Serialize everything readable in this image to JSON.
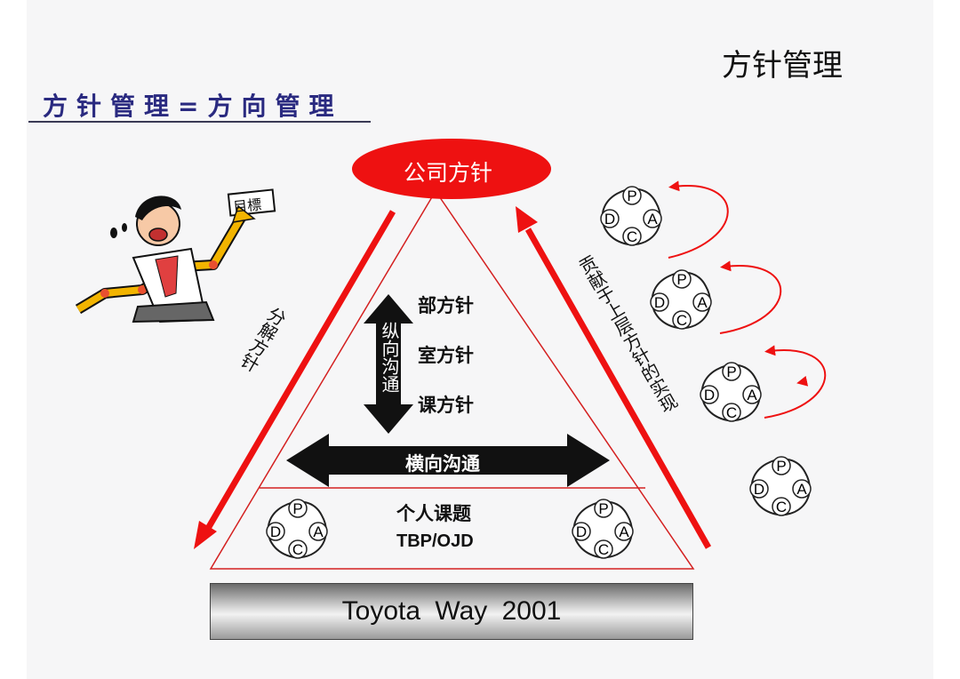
{
  "title": "方针管理",
  "subtitle": "方针管理=方向管理",
  "pyramid": {
    "top_label": "公司方针",
    "levels": [
      "部方针",
      "室方针",
      "课方针"
    ],
    "vertical_comm": "纵向沟通",
    "horizontal_comm": "横向沟通",
    "personal_topic": "个人课题",
    "personal_sub": "TBP/OJD",
    "base": "Toyota  Way  2001"
  },
  "left_arrow_label": "分解方针",
  "right_arrow_label": "贡献于上层方针的实现",
  "pdca": {
    "p": "P",
    "d": "D",
    "c": "C",
    "a": "A"
  },
  "clipart": {
    "sign_text": "目標"
  },
  "colors": {
    "accent_red": "#ee1111",
    "subtitle_blue": "#2a2a80",
    "outline": "#d42020"
  }
}
